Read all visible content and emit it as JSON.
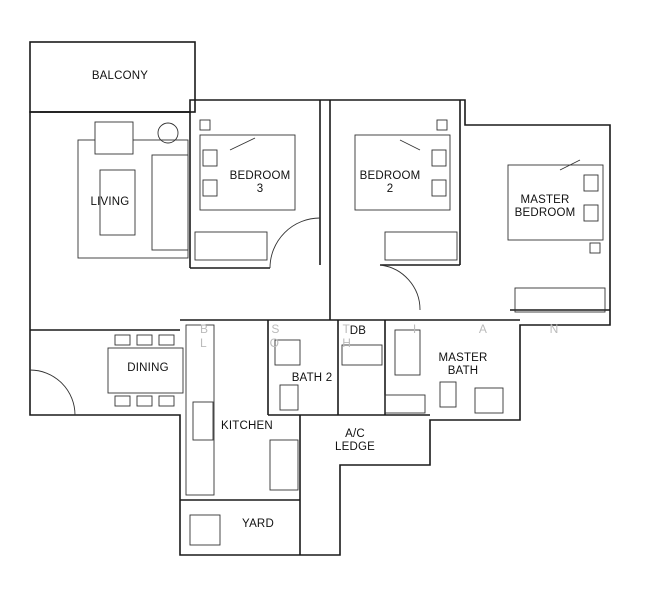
{
  "rooms": {
    "balcony": "BALCONY",
    "living": "LIVING",
    "bedroom3": [
      "BEDROOM",
      "3"
    ],
    "bedroom2": [
      "BEDROOM",
      "2"
    ],
    "master_bedroom": [
      "MASTER",
      "BEDROOM"
    ],
    "dining": "DINING",
    "db": "DB",
    "bath2": "BATH 2",
    "master_bath": [
      "MASTER",
      "BATH"
    ],
    "kitchen": "KITCHEN",
    "ac_ledge": [
      "A/C",
      "LEDGE"
    ],
    "yard": "YARD"
  },
  "watermark": "B S T I A N L O H"
}
